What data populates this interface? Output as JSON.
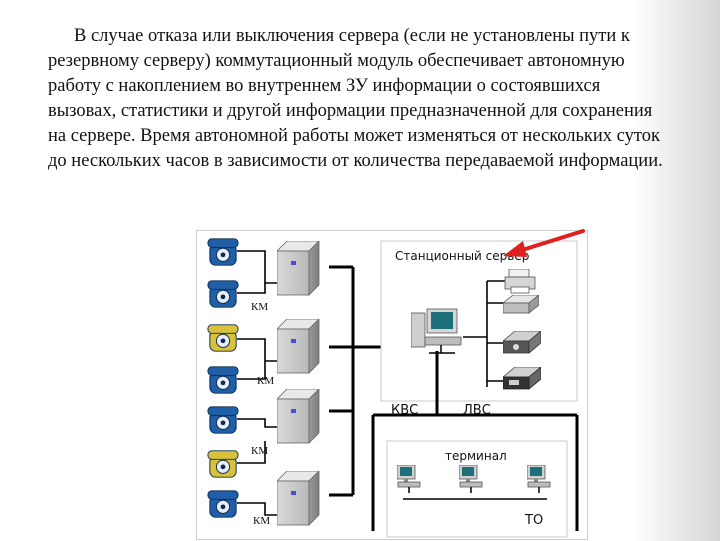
{
  "paragraph": "В случае отказа или выключения сервера (если не установлены пути к резервному серверу) коммутационный модуль обеспечивает автономную работу с накоплением во внутреннем ЗУ информации о состоявшихся вызовах, статистики и другой информации предназначенной для сохранения на сервере. Время автономной работы может изменяться от нескольких суток до нескольких часов в зависимости от количества передаваемой информации.",
  "diagram": {
    "server_box_title": "Станционный сервер",
    "km_labels": [
      "КМ",
      "КМ",
      "КМ",
      "КМ"
    ],
    "kvs_label": "КВС",
    "lvs_label": "ЛВС",
    "terminal_label": "терминал",
    "to_label": "ТО",
    "colors": {
      "arrow": "#e0201f",
      "phone_blue": "#1f5fa8",
      "phone_yellow": "#d8c23a",
      "line": "#000000",
      "box_border": "#c8c8c8"
    }
  }
}
